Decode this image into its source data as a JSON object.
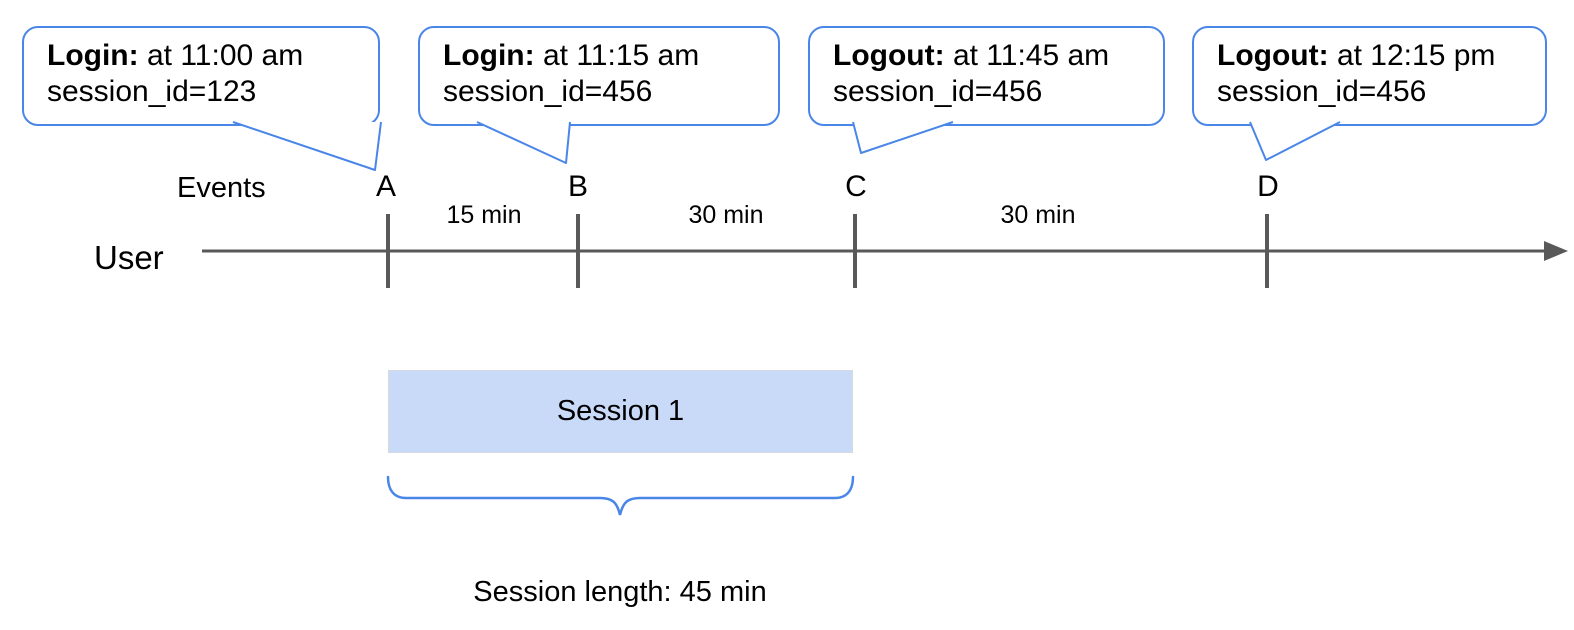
{
  "colors": {
    "accent_blue": "#4a86e8",
    "session_fill": "#c9daf8",
    "timeline_gray": "#595959",
    "text": "#000000"
  },
  "timeline": {
    "row_label": "User",
    "events_heading": "Events",
    "events": [
      {
        "id": "A",
        "callout": {
          "action": "Login:",
          "time": "at 11:00 am",
          "session": "session_id=123"
        }
      },
      {
        "id": "B",
        "callout": {
          "action": "Login:",
          "time": "at 11:15 am",
          "session": "session_id=456"
        }
      },
      {
        "id": "C",
        "callout": {
          "action": "Logout:",
          "time": "at 11:45 am",
          "session": "session_id=456"
        }
      },
      {
        "id": "D",
        "callout": {
          "action": "Logout:",
          "time": "at 12:15 pm",
          "session": "session_id=456"
        }
      }
    ],
    "intervals": [
      {
        "label": "15 min"
      },
      {
        "label": "30 min"
      },
      {
        "label": "30 min"
      }
    ]
  },
  "session": {
    "box_label": "Session 1",
    "length_label": "Session length: 45 min"
  }
}
